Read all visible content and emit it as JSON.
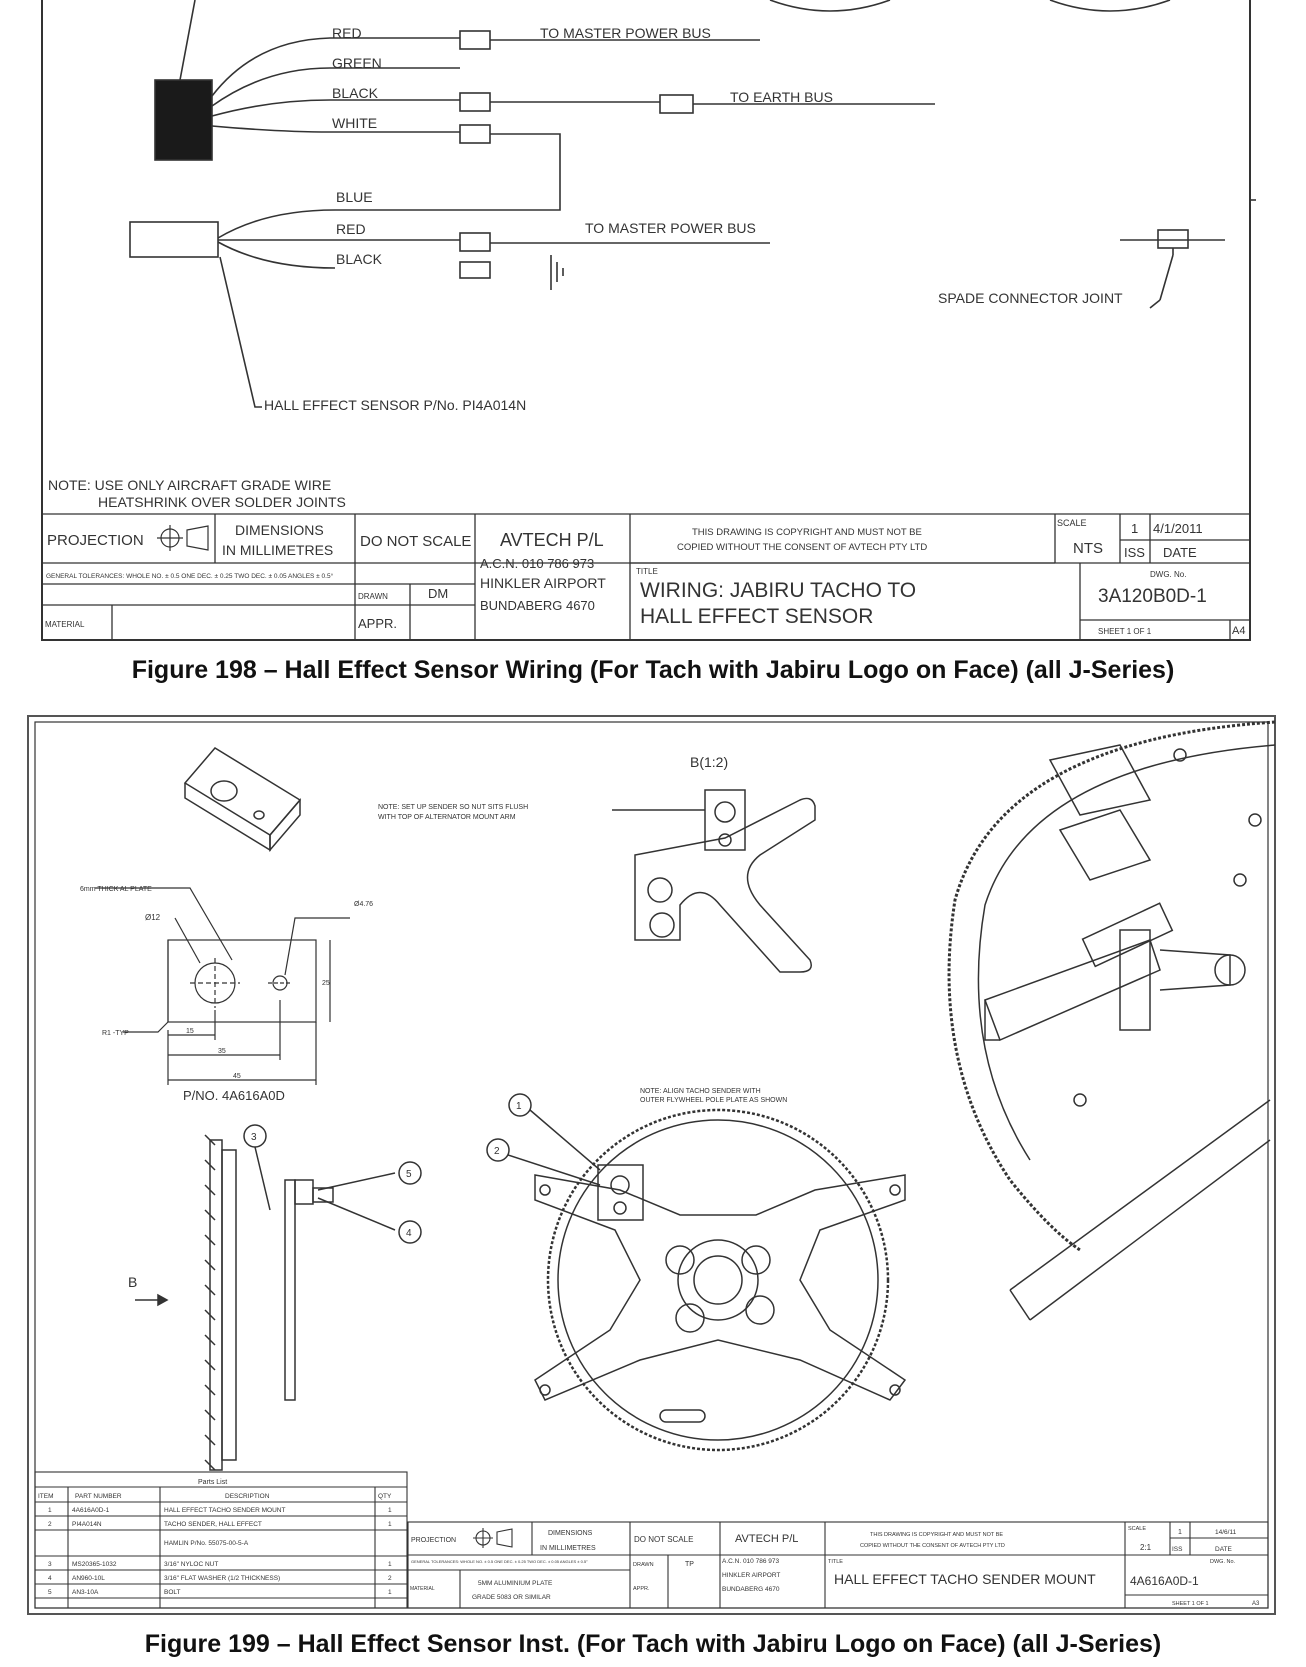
{
  "figure198": {
    "wires_top": [
      "RED",
      "GREEN",
      "BLACK",
      "WHITE"
    ],
    "wires_bottom": [
      "BLUE",
      "RED",
      "BLACK"
    ],
    "to_master_power_bus": "TO MASTER POWER BUS",
    "to_earth_bus": "TO EARTH BUS",
    "to_master_power_bus_2": "TO MASTER POWER BUS",
    "spade_connector": "SPADE CONNECTOR JOINT",
    "hall_sensor": "HALL EFFECT SENSOR P/No. PI4A014N",
    "note_line1": "NOTE: USE ONLY AIRCRAFT GRADE WIRE",
    "note_line2": "HEATSHRINK OVER SOLDER JOINTS",
    "title_block": {
      "projection": "PROJECTION",
      "dimensions": "DIMENSIONS",
      "in_mm": "IN MILLIMETRES",
      "do_not_scale": "DO NOT SCALE",
      "company": "AVTECH P/L",
      "acn": "A.C.N. 010 786 973",
      "address1": "HINKLER AIRPORT",
      "address2": "BUNDABERG 4670",
      "copyright1": "THIS DRAWING IS COPYRIGHT AND MUST NOT BE",
      "copyright2": "COPIED WITHOUT THE CONSENT OF AVTECH PTY LTD",
      "scale_label": "SCALE",
      "scale_value": "NTS",
      "issue": "1",
      "iss_label": "ISS",
      "date": "4/1/2011",
      "date_label": "DATE",
      "tolerances": "GENERAL TOLERANCES: WHOLE NO. ± 0.5  ONE DEC. ± 0.25  TWO DEC. ± 0.05  ANGLES ± 0.5°",
      "drawn_label": "DRAWN",
      "drawn_by": "DM",
      "material_label": "MATERIAL",
      "appr_label": "APPR.",
      "title_label": "TITLE",
      "title1": "WIRING: JABIRU TACHO TO",
      "title2": "HALL EFFECT SENSOR",
      "dwg_label": "DWG. No.",
      "dwg_no": "3A120B0D-1",
      "sheet": "SHEET 1 OF 1",
      "size": "A4"
    },
    "caption": "Figure 198 – Hall Effect Sensor Wiring (For Tach with Jabiru Logo on Face) (all J-Series)"
  },
  "figure199": {
    "view_label": "B(1:2)",
    "note_nut1": "NOTE: SET UP SENDER SO NUT SITS FLUSH",
    "note_nut2": "WITH TOP OF ALTERNATOR MOUNT ARM",
    "plate_label": "6mm THICK AL PLATE",
    "dia12": "Ø12",
    "dia476": "Ø4.76",
    "r1": "R1 -TYP",
    "dim15": "15",
    "dim35": "35",
    "dim45": "45",
    "dim25": "25",
    "part_no": "P/NO. 4A616A0D",
    "note_align1": "NOTE: ALIGN TACHO SENDER WITH",
    "note_align2": "OUTER FLYWHEEL POLE PLATE AS SHOWN",
    "arrow_b": "B",
    "balloons": [
      "1",
      "2",
      "3",
      "4",
      "5"
    ],
    "parts_list_title": "Parts List",
    "parts_headers": [
      "ITEM",
      "PART NUMBER",
      "DESCRIPTION",
      "QTY"
    ],
    "parts_rows": [
      [
        "1",
        "4A616A0D-1",
        "HALL EFFECT TACHO SENDER MOUNT",
        "1"
      ],
      [
        "2",
        "PI4A014N",
        "TACHO SENDER, HALL EFFECT",
        "1"
      ],
      [
        "",
        "",
        "HAMLIN P/No. 55075-00-5-A",
        ""
      ],
      [
        "3",
        "MS20365-1032",
        "3/16\" NYLOC NUT",
        "1"
      ],
      [
        "4",
        "AN960-10L",
        "3/16\" FLAT WASHER (1/2 THICKNESS)",
        "2"
      ],
      [
        "5",
        "AN3-10A",
        "BOLT",
        "1"
      ]
    ],
    "title_block": {
      "projection": "PROJECTION",
      "dimensions": "DIMENSIONS",
      "in_mm": "IN MILLIMETRES",
      "do_not_scale": "DO NOT SCALE",
      "company": "AVTECH P/L",
      "acn": "A.C.N. 010 786 973",
      "address1": "HINKLER AIRPORT",
      "address2": "BUNDABERG 4670",
      "copyright1": "THIS DRAWING IS COPYRIGHT AND MUST NOT BE",
      "copyright2": "COPIED WITHOUT THE CONSENT OF AVTECH PTY LTD",
      "scale_label": "SCALE",
      "scale_value": "2:1",
      "issue": "1",
      "iss_label": "ISS",
      "date": "14/6/11",
      "date_label": "DATE",
      "tolerances": "GENERAL TOLERANCES: WHOLE NO. ± 0.5  ONE DEC. ± 0.25  TWO DEC. ± 0.05  ANGLES ± 0.5°",
      "drawn_label": "DRAWN",
      "drawn_by": "TP",
      "material_label": "MATERIAL",
      "material1": "5MM ALUMINIUM PLATE",
      "material2": "GRADE 5083 OR SIMILAR",
      "appr_label": "APPR.",
      "title_label": "TITLE",
      "title1": "HALL EFFECT TACHO SENDER MOUNT",
      "dwg_label": "DWG. No.",
      "dwg_no": "4A616A0D-1",
      "sheet": "SHEET 1 OF 1",
      "size": "A3"
    },
    "caption": "Figure 199 – Hall Effect Sensor Inst. (For Tach with Jabiru Logo on Face) (all J-Series)"
  }
}
